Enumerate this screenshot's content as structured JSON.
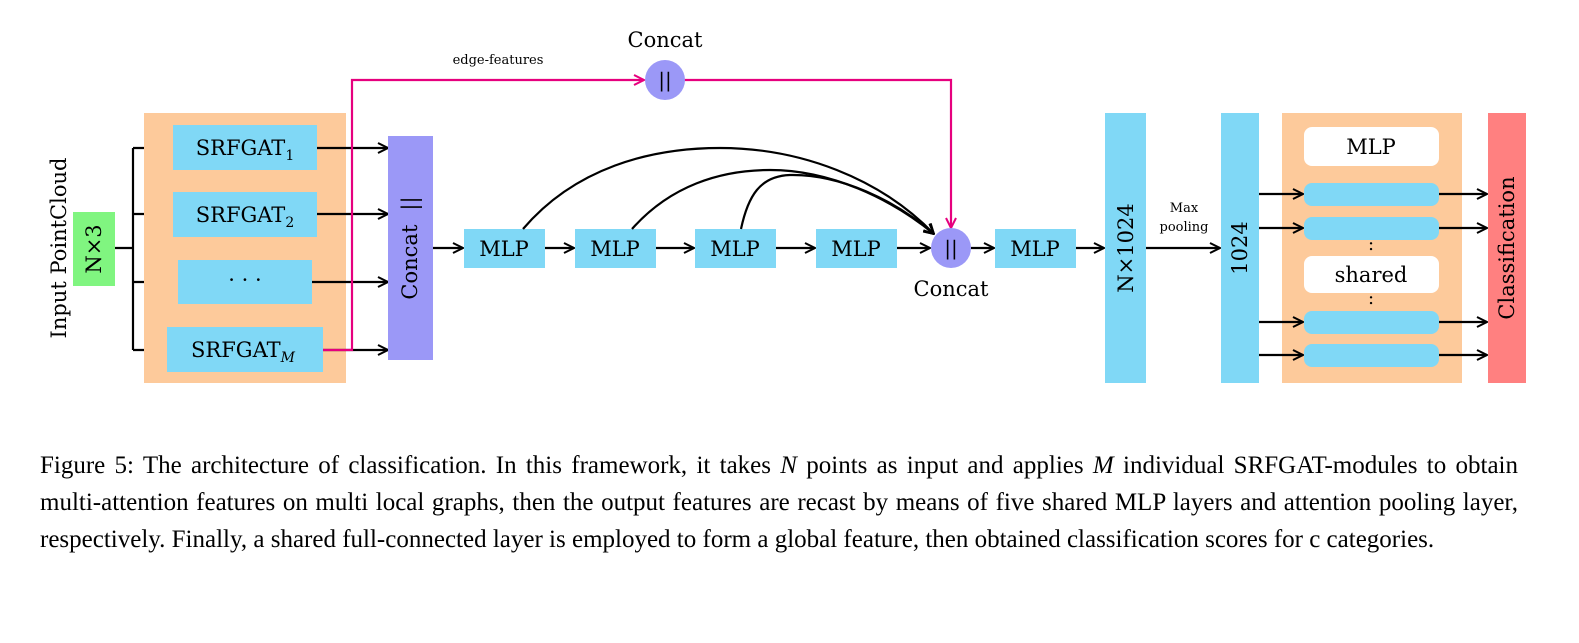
{
  "diagram": {
    "input_label": "Input PointCloud",
    "input_dim": "N×3",
    "srfgat": [
      {
        "base": "SRFGAT",
        "sub": "1"
      },
      {
        "base": "SRFGAT",
        "sub": "2"
      },
      {
        "base": "· · ·",
        "sub": ""
      },
      {
        "base": "SRFGAT",
        "sub": "M"
      }
    ],
    "concat_bar_label": "Concat",
    "concat_bar_symbol": "||",
    "edge_features_label": "edge-features",
    "concat_top_label": "Concat",
    "concat_symbol": "||",
    "mlp_label": "MLP",
    "concat_mid_label": "Concat",
    "feature_n1024": "N×1024",
    "max_pooling": [
      "Max",
      "pooling"
    ],
    "feature_1024": "1024",
    "shared_mlp_title": "MLP",
    "shared_label": "shared",
    "dots": ":",
    "classification_label": "Classification",
    "colors": {
      "orange_panel": "#fdca9b",
      "cyan_box": "#80d8f6",
      "green_box": "#80f580",
      "purple": "#9b98f7",
      "magenta_line": "#e6007e",
      "red_box": "#ff8080"
    }
  },
  "caption": {
    "figure_label": "Figure 5:",
    "segments": [
      {
        "t": " The architecture of classification.  In this framework, it takes "
      },
      {
        "t": "N",
        "i": true
      },
      {
        "t": " points as input and applies "
      },
      {
        "t": "M",
        "i": true
      },
      {
        "t": " individual SRFGAT-modules to obtain multi-attention features on multi local graphs, then the output features are recast by means of five shared MLP layers and attention pooling layer, respectively.  Finally, a shared full-connected layer is employed to form a global feature, then obtained classification scores for c categories."
      }
    ]
  }
}
